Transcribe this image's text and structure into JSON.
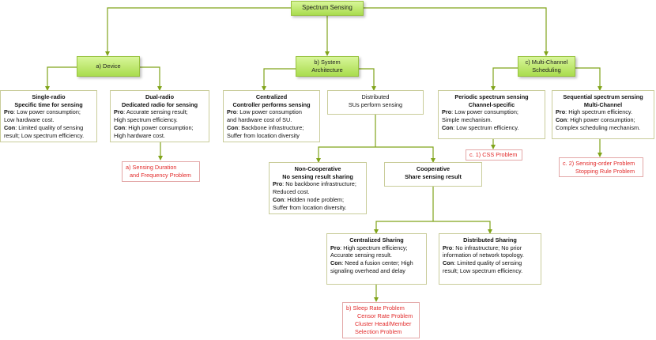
{
  "title": "Spectrum Sensing",
  "colors": {
    "connector": "#80a41a",
    "title_bg": "#cbee85",
    "box_border": "#c9cc9a",
    "problem_text": "#e22a2a"
  },
  "categories": {
    "device": "a) Device",
    "system_architecture": [
      "b) System",
      "Architecture"
    ],
    "multi_channel": [
      "c) Multi-Channel",
      "Scheduling"
    ]
  },
  "boxes": {
    "single_radio": {
      "heading": [
        "Single-radio",
        "Specific time for sensing"
      ],
      "pro_label": "Pro",
      "pro": [
        ": Low power consumption;",
        "Low hardware cost."
      ],
      "con_label": "Con",
      "con": [
        ": Limited quality of sensing",
        "result; Low spectrum efficiency."
      ]
    },
    "dual_radio": {
      "heading": [
        "Dual-radio",
        "Dedicated radio for sensing"
      ],
      "pro_label": "Pro",
      "pro": [
        ": Accurate sensing result;",
        "High spectrum efficiency."
      ],
      "con_label": "Con",
      "con": [
        ": High power consumption;",
        "High hardware cost."
      ]
    },
    "centralized": {
      "heading": [
        "Centralized",
        "Controller performs sensing"
      ],
      "pro_label": "Pro",
      "pro": [
        ": Low power consumption",
        "and hardware cost of SU."
      ],
      "con_label": "Con",
      "con": [
        ": Backbone infrastructure;",
        "Suffer from location diversity"
      ]
    },
    "distributed": {
      "heading": [
        "Distributed",
        "SUs perform sensing"
      ]
    },
    "non_cooperative": {
      "heading": [
        "Non-Cooperative",
        "No sensing result sharing"
      ],
      "pro_label": "Pro",
      "pro": [
        ": No backbone infrastructure;",
        "Reduced cost."
      ],
      "con_label": "Con",
      "con": [
        ": Hidden node problem;",
        "Suffer from location diversity."
      ]
    },
    "cooperative": {
      "heading": [
        "Cooperative",
        "Share sensing result"
      ]
    },
    "centralized_sharing": {
      "heading": [
        "Centralized Sharing"
      ],
      "pro_label": "Pro",
      "pro": [
        ": High spectrum efficiency;",
        "Accurate sensing result."
      ],
      "con_label": "Con",
      "con": [
        ": Need a fusion center; High",
        "signaling overhead and delay"
      ]
    },
    "distributed_sharing": {
      "heading": [
        "Distributed Sharing"
      ],
      "pro_label": "Pro",
      "pro": [
        ": No infrastructure; No prior",
        "information of network topology."
      ],
      "con_label": "Con",
      "con": [
        ": Limited quality of sensing",
        "result; Low spectrum efficiency."
      ]
    },
    "periodic": {
      "heading": [
        "Periodic spectrum sensing",
        "Channel-specific"
      ],
      "pro_label": "Pro",
      "pro": [
        ": Low power consumption;",
        "Simple mechanism."
      ],
      "con_label": "Con",
      "con": [
        ": Low spectrum efficiency."
      ]
    },
    "sequential": {
      "heading": [
        "Sequential spectrum sensing",
        "Multi-Channel"
      ],
      "pro_label": "Pro",
      "pro": [
        ": High spectrum efficiency."
      ],
      "con_label": "Con",
      "con": [
        ": High power consumption;",
        "Complex scheduling mechanism."
      ]
    }
  },
  "problems": {
    "a": [
      "a) Sensing Duration",
      "and Frequency Problem"
    ],
    "b": [
      "b) Sleep Rate Problem",
      "Censor Rate Problem",
      "Cluster Head/Member",
      "Selection Problem"
    ],
    "c1": [
      "c. 1) CSS Problem"
    ],
    "c2": [
      "c. 2) Sensing-order Problem",
      "Stopping Rule Problem"
    ]
  }
}
